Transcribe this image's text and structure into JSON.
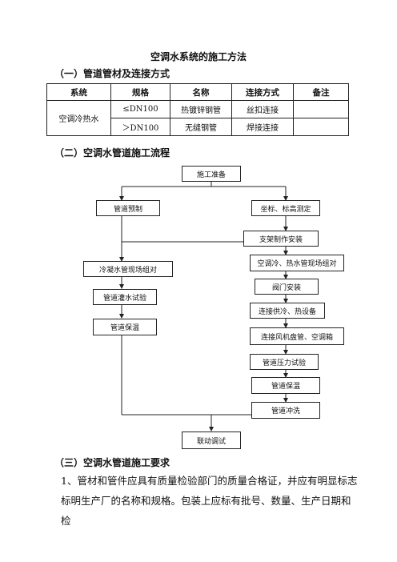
{
  "title": "空调水系统的施工方法",
  "section1": "（一）管道管材及连接方式",
  "table": {
    "headers": [
      "系统",
      "规格",
      "名称",
      "连接方式",
      "备注"
    ],
    "system": "空调冷热水",
    "rows": [
      {
        "spec": "≤DN100",
        "name": "热镀锌钢管",
        "connection": "丝扣连接",
        "note": ""
      },
      {
        "spec": "＞DN100",
        "name": "无缝钢管",
        "connection": "焊接连接",
        "note": ""
      }
    ]
  },
  "section2": "（二）空调水管道施工流程",
  "flow": {
    "start": "施工准备",
    "left": [
      "管道预制",
      "冷凝水管现场组对",
      "管道灌水试验",
      "管道保温"
    ],
    "right": [
      "坐标、标高测定",
      "支架制作安装",
      "空调冷、热水管现场组对",
      "阀门安装",
      "连接供冷、热设备",
      "连接风机盘管、空调箱",
      "管道压力试验",
      "管道保温",
      "管道冲洗"
    ],
    "end": "联动调试"
  },
  "section3": "（三）空调水管道施工要求",
  "paragraph": {
    "line1": "1、管材和管件应具有质量检验部门的质量合格证，并应有明显标志",
    "line2": "标明生产厂的名称和规格。包装上应标有批号、数量、生产日期和检"
  }
}
